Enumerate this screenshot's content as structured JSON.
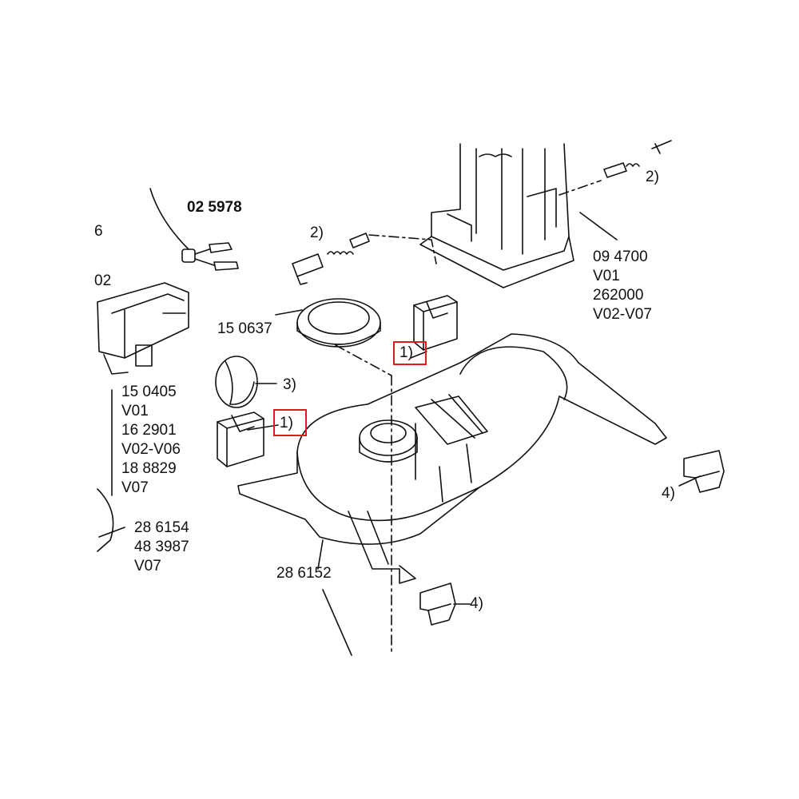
{
  "parts": {
    "p025978": "02 5978",
    "p150637": "15 0637",
    "p286152": "28 6152",
    "brushes_left": "2)",
    "brushes_right": "2)",
    "callout_1_top": "1)",
    "callout_1_left": "1)",
    "callout_3": "3)",
    "callout_4_right": "4)",
    "callout_4_bottom": "4)",
    "motor": [
      "09 4700",
      "V01",
      "262000",
      "V02-V07"
    ],
    "control_unit": [
      "15 0405",
      "V01",
      "16 2901",
      "V02-V06",
      "18 8829",
      "V07"
    ],
    "lower_left": [
      "28 6154",
      "48 3987",
      "V07"
    ],
    "edge_6": "6",
    "edge_02": "02"
  },
  "colors": {
    "highlight": "#e01a1a",
    "ink": "#111111"
  }
}
